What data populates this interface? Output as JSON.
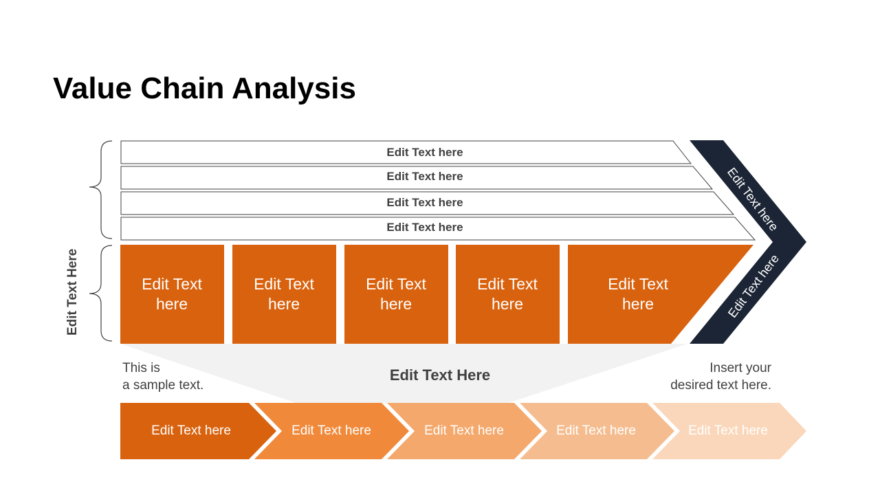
{
  "title": "Value Chain Analysis",
  "side_label": "Edit Text Here",
  "support_activities": [
    {
      "label": "Edit Text here"
    },
    {
      "label": "Edit Text here"
    },
    {
      "label": "Edit Text here"
    },
    {
      "label": "Edit Text here"
    }
  ],
  "primary_activities": [
    {
      "label": "Edit Text here"
    },
    {
      "label": "Edit Text here"
    },
    {
      "label": "Edit Text here"
    },
    {
      "label": "Edit Text here"
    },
    {
      "label": "Edit Text here"
    }
  ],
  "margin": {
    "top_label": "Edit Text here",
    "bottom_label": "Edit Text here"
  },
  "notes": {
    "left": "This is\na sample text.",
    "center": "Edit Text Here",
    "right": "Insert your\ndesired text here."
  },
  "steps": [
    {
      "label": "Edit Text here",
      "color": "#d9620e"
    },
    {
      "label": "Edit Text here",
      "color": "#f0893a"
    },
    {
      "label": "Edit Text here",
      "color": "#f4a86c"
    },
    {
      "label": "Edit Text here",
      "color": "#f5bd8f"
    },
    {
      "label": "Edit Text here",
      "color": "#fad7ba"
    }
  ],
  "colors": {
    "orange": "#d9620e",
    "navy": "#1c2535",
    "text": "#404040",
    "funnel": "#f2f2f2"
  }
}
